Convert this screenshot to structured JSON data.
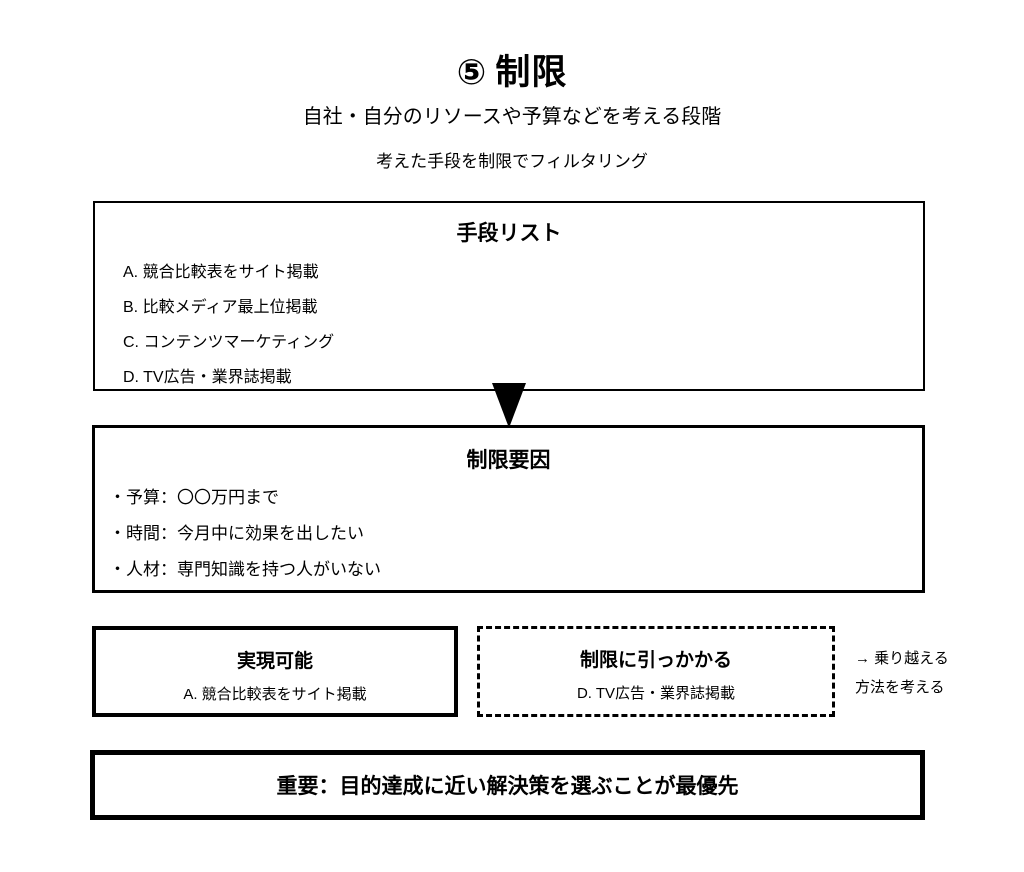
{
  "header": {
    "badge": "⑤",
    "title": "制限",
    "subtitle": "自社・自分のリソースや予算などを考える段階",
    "lead": "考えた手段を制限でフィルタリング"
  },
  "means_box": {
    "title": "手段リスト",
    "items": [
      "A. 競合比較表をサイト掲載",
      "B. 比較メディア最上位掲載",
      "C. コンテンツマーケティング",
      "D. TV広告・業界誌掲載"
    ]
  },
  "constraints_box": {
    "title": "制限要因",
    "items": [
      "・予算：〇〇万円まで",
      "・時間：今月中に効果を出したい",
      "・人材：専門知識を持つ人がいない"
    ]
  },
  "feasible_box": {
    "title": "実現可能",
    "item": "A. 競合比較表をサイト掲載"
  },
  "blocked_box": {
    "title": "制限に引っかかる",
    "item": "D. TV広告・業界誌掲載"
  },
  "side_note": {
    "line1": "→ 乗り越える",
    "line2": "方法を考える"
  },
  "important_box": {
    "text": "重要：目的達成に近い解決策を選ぶことが最優先"
  },
  "colors": {
    "ink": "#000000",
    "background": "#ffffff"
  }
}
